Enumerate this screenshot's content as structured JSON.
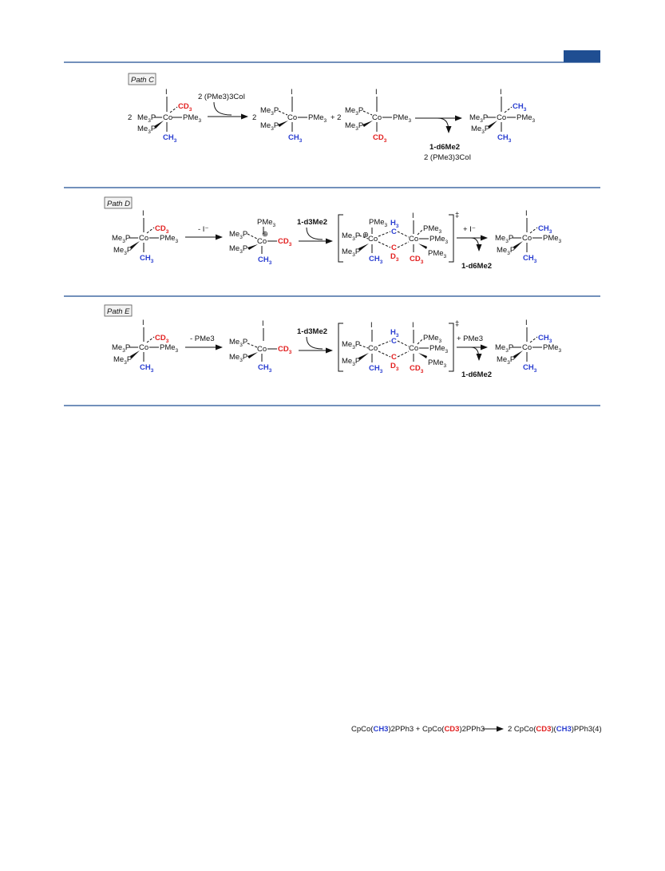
{
  "colors": {
    "rule": "#1f4e92",
    "cd3": "#e21f1f",
    "ch3": "#2b3fd1",
    "tab": "#1f4e92"
  },
  "pathC": {
    "label": "Path C",
    "reagent": "2 (PMe3)3CoI",
    "coef_start": "2",
    "coef_mid1": "2",
    "plus": "+ 2",
    "byproduct1": "1-d6Me2",
    "byproduct2": "2 (PMe3)3CoI"
  },
  "pathD": {
    "label": "Path D",
    "step1": "- I⁻",
    "step2_reagent": "1-d3Me2",
    "step3": "+ I⁻",
    "byproduct": "1-d6Me2"
  },
  "pathE": {
    "label": "Path E",
    "step1": "- PMe3",
    "step2_reagent": "1-d3Me2",
    "step3": "+ PMe3",
    "byproduct": "1-d6Me2"
  },
  "equation": {
    "text_a": "CpCo(",
    "text_b": "CH3",
    "text_c": ")2PPh3  +  CpCo(",
    "text_d": "CD3",
    "text_e": ")2PPh3",
    "text_f": "2 CpCo(",
    "text_g": "CD3",
    "text_h": ")(",
    "text_i": "CH3",
    "text_j": ")PPh3",
    "number": "(4)"
  }
}
